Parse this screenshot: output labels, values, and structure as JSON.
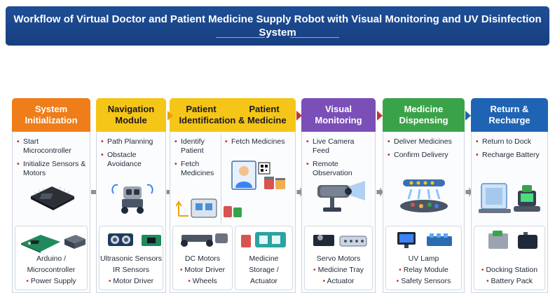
{
  "title": {
    "line1": "Workflow of Virtual Doctor and Patient Medicine Supply Robot with Visual Monitoring and UV Disinfection",
    "line2": "System"
  },
  "colors": {
    "title_bg": "#1f4e96",
    "system_init": "#ef7d1a",
    "navigation": "#f5c518",
    "patient": "#f5c518",
    "visual": "#7b4fb8",
    "dispensing": "#3aa34a",
    "recharge": "#1f63b4",
    "bullet": "#c0392b"
  },
  "stages": {
    "s1": {
      "header_l1": "System",
      "header_l2": "Initialization",
      "bullets": [
        "Start Microcontroller",
        "Initialize Sensors & Motors"
      ],
      "icon": "microcontroller-board-icon",
      "components": [
        "Arduino /",
        "Microcontroller",
        "Power Supply"
      ]
    },
    "s2": {
      "header_l1": "Navigation",
      "header_l2": "Module",
      "bullets": [
        "Path Planning",
        "Obstacle Avoidance"
      ],
      "icon": "navigation-robot-icon",
      "components": [
        "Ultrasonic Sensors",
        "IR Sensors",
        "Motor Driver"
      ]
    },
    "s3": {
      "header_patient_a": "Patient",
      "header_patient_b": "Patient",
      "header_l2": "Identification & Medicine",
      "bullets_a": [
        "Identify Patient",
        "Fetch Medicines"
      ],
      "bullets_b": [
        "Fetch Medicines"
      ],
      "icon": "patient-id-icon",
      "components_a": [
        "DC Motors",
        "Motor Driver",
        "Wheels"
      ],
      "components_b": [
        "Medicine",
        "Storage /",
        "Actuator"
      ]
    },
    "s4": {
      "header_l1": "Visual",
      "header_l2": "Monitoring",
      "bullets": [
        "Live Camera Feed",
        "Remote Observation"
      ],
      "icon": "camera-icon",
      "components": [
        "Servo Motors",
        "Medicine Tray",
        "Actuator"
      ]
    },
    "s5": {
      "header_l1": "Medicine",
      "header_l2": "Dispensing",
      "bullets": [
        "Deliver Medicines",
        "Confirm Delivery"
      ],
      "icon": "uv-dispenser-icon",
      "components": [
        "UV Lamp",
        "Relay Module",
        "Safety Sensors"
      ]
    },
    "s6": {
      "header_l1": "Return &",
      "header_l2": "Recharge",
      "bullets": [
        "Return to Dock",
        "Recharge Battery"
      ],
      "icon": "docking-station-icon",
      "components": [
        "Docking Station",
        "Battery Pack"
      ]
    }
  }
}
